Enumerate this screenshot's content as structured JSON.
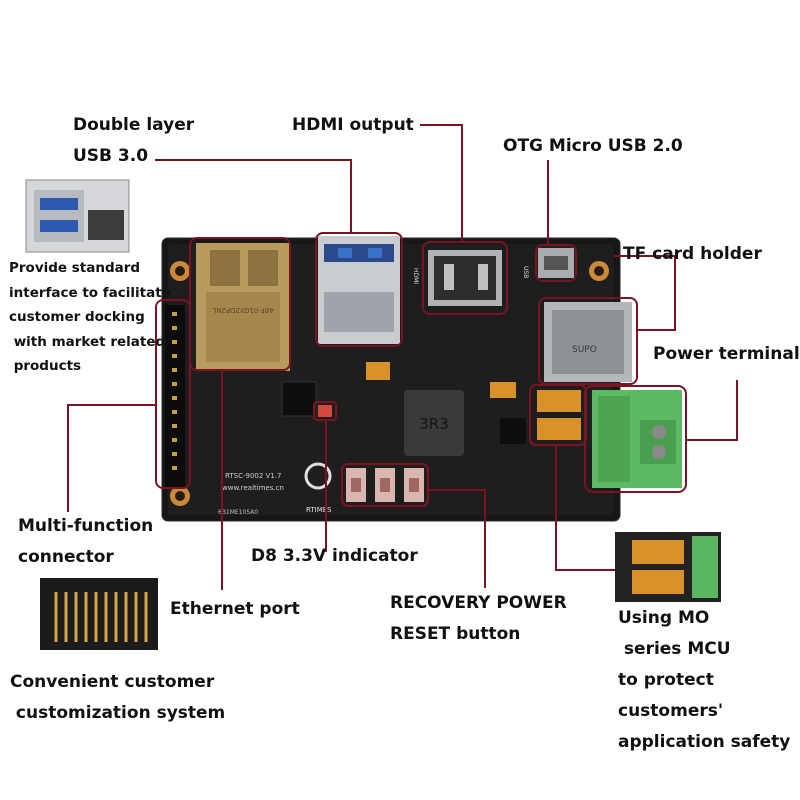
{
  "labels": {
    "usb": "Double layer\nUSB 3.0",
    "hdmi": "HDMI output",
    "otg": "OTG Micro USB 2.0",
    "tf": "TF card holder",
    "power": "Power terminal",
    "standard": "Provide standard\ninterface to facilitate\ncustomer docking\n with market related\n products",
    "multi": "Multi-function\nconnector",
    "d8": "D8 3.3V indicator",
    "eth": "Ethernet port",
    "recovery": "RECOVERY POWER\nRESET button",
    "convenient": "Convenient customer\n customization system",
    "mcu": "Using MO\n series MCU\nto protect\ncustomers'\napplication safety"
  },
  "board": {
    "model": "RTSC-9002 V1.7",
    "url": "www.realtimes.cn",
    "brand": "RTIMES",
    "inductor": "3R3",
    "serial": "6B1ME105A0",
    "hdmi_silk": "HDMI",
    "usb_silk": "USB",
    "mag_text": "48F-01GY2DP2NL",
    "tf_text": "SUPO"
  },
  "colors": {
    "accent": "#7a1420",
    "pcb": "#1a1a1a",
    "terminal": "#59b85f"
  }
}
